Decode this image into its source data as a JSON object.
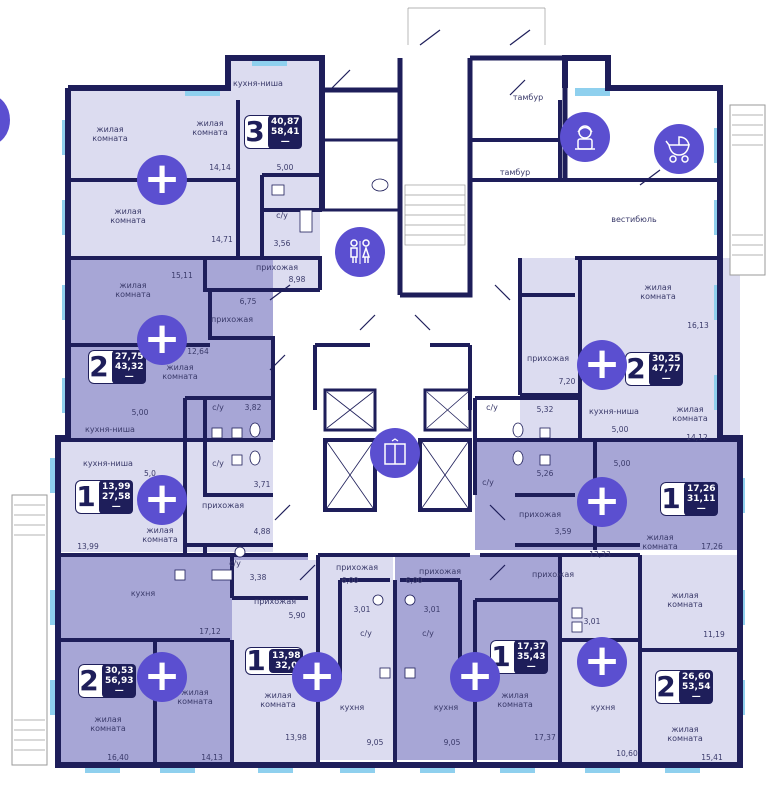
{
  "colors": {
    "wall": "#1e1e5a",
    "apt_dark": "#a7a6d6",
    "apt_light": "#dcdcf0",
    "common": "#ffffff",
    "window": "#8fd0ee",
    "accent": "#5b4fd0"
  },
  "labels": {
    "kitchen_niche": "кухня-ниша",
    "living_room": "жилая комната",
    "living": "жилая",
    "room": "комната",
    "hall": "прихожая",
    "bathroom": "с/у",
    "kitchen": "кухня",
    "vestibule": "вестибюль",
    "tambour": "тамбур"
  },
  "apartments": [
    {
      "id": "apt-3-top",
      "rooms": "3",
      "living": "40,87",
      "total": "58,41",
      "dash": "—"
    },
    {
      "id": "apt-2-left-top",
      "rooms": "2",
      "living": "27,75",
      "total": "43,32",
      "dash": "—"
    },
    {
      "id": "apt-1-left",
      "rooms": "1",
      "living": "13,99",
      "total": "27,58",
      "dash": "—"
    },
    {
      "id": "apt-2-left-bottom",
      "rooms": "2",
      "living": "30,53",
      "total": "56,93",
      "dash": "—"
    },
    {
      "id": "apt-1-bottom-mid-left",
      "rooms": "1",
      "living": "13,98",
      "total": "32,0",
      "dash": ""
    },
    {
      "id": "apt-1-bottom-mid-right",
      "rooms": "1",
      "living": "17,37",
      "total": "35,43",
      "dash": "—"
    },
    {
      "id": "apt-2-right-bottom",
      "rooms": "2",
      "living": "26,60",
      "total": "53,54",
      "dash": "—"
    },
    {
      "id": "apt-1-right",
      "rooms": "1",
      "living": "17,26",
      "total": "31,11",
      "dash": "—"
    },
    {
      "id": "apt-2-right-top",
      "rooms": "2",
      "living": "30,25",
      "total": "47,77",
      "dash": "—"
    }
  ],
  "areas": {
    "a14_14": "14,14",
    "a14_71": "14,71",
    "a5_00": "5,00",
    "a3_56": "3,56",
    "a8_98": "8,98",
    "a15_11": "15,11",
    "a6_75": "6,75",
    "a12_64": "12,64",
    "a5_00b": "5,00",
    "a3_82": "3,82",
    "a5_0": "5,0",
    "a3_71": "3,71",
    "a13_99": "13,99",
    "a4_88": "4,88",
    "a3_38": "3,38",
    "a5_90": "5,90",
    "a17_12": "17,12",
    "a16_40": "16,40",
    "a14_13": "14,13",
    "a6_00l": "6,00",
    "a6_00r": "6,00",
    "a3_01l": "3,01",
    "a3_01r": "3,01",
    "a13_98": "13,98",
    "a9_05l": "9,05",
    "a9_05r": "9,05",
    "a17_37": "17,37",
    "a3_01c": "3,01",
    "a10_60": "10,60",
    "a11_19": "11,19",
    "a15_41": "15,41",
    "a13_33": "13,33",
    "a3_59": "3,59",
    "a17_26": "17,26",
    "a5_26": "5,26",
    "a5_00c": "5,00",
    "a5_32": "5,32",
    "a7_20": "7,20",
    "a5_00d": "5,00",
    "a14_12": "14,12",
    "a16_13": "16,13"
  }
}
